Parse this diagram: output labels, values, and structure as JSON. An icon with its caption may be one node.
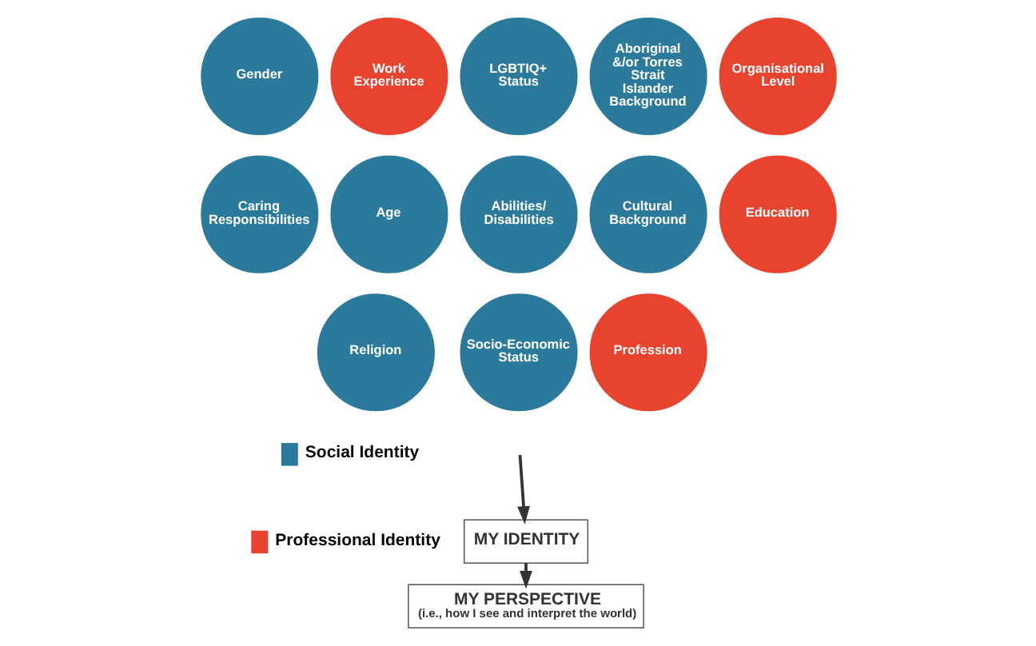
{
  "diagram": {
    "nodes": [
      {
        "text": [
          "Gender"
        ]
      },
      {
        "text": [
          "Work Experience"
        ]
      },
      {
        "text": [
          "LGBTIQ+ Status"
        ]
      },
      {
        "text": [
          "Aboriginal &/or Torres Strait Islander Background"
        ]
      },
      {
        "text": [
          "Organisational Level"
        ]
      },
      {
        "text": [
          "Caring Responsibilities"
        ]
      },
      {
        "text": [
          "Age"
        ]
      },
      {
        "text": [
          "Abilities/ Disabilities"
        ]
      },
      {
        "text": [
          "Cultural Background"
        ]
      },
      {
        "text": [
          "Education"
        ]
      },
      {
        "text": [
          "Religion"
        ]
      },
      {
        "text": [
          "Socio-Economic Status"
        ]
      },
      {
        "text": [
          "Profession"
        ]
      },
      {
        "text": [
          "MY IDENTITY"
        ]
      },
      {
        "text": [
          "MY PERSPECTIVE",
          "(i.e., how I see and interpret the world)"
        ]
      }
    ],
    "edges": [
      {
        "from": null,
        "to": 13,
        "arrow": "to"
      },
      {
        "from": 13,
        "to": 14,
        "arrow": "to"
      }
    ],
    "legend": [
      {
        "text": "Social Identity",
        "color": "#2b7a9c"
      },
      {
        "text": "Professional Identity",
        "color": "#e8432e"
      }
    ]
  }
}
